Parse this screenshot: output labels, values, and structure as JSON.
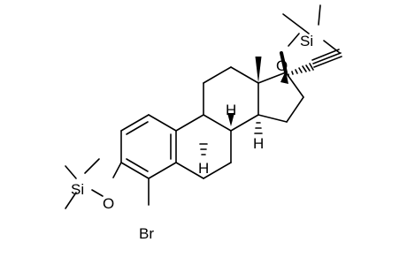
{
  "molecule": {
    "atoms": {
      "si_top": "Si",
      "o_top": "O",
      "si_left": "Si",
      "o_left": "O",
      "br": "Br",
      "h9": "H",
      "h8": "H",
      "h14": "H"
    }
  }
}
